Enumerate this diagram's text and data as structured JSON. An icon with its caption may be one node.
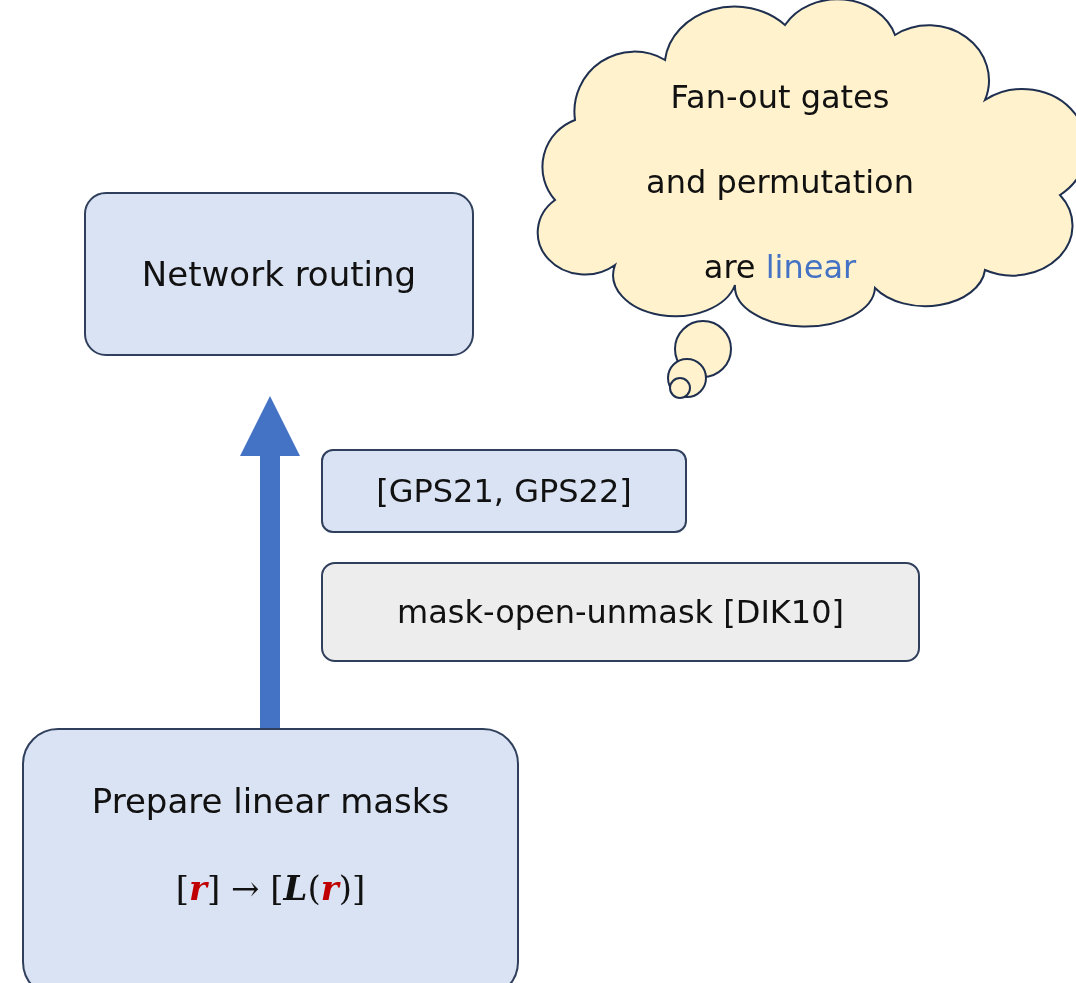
{
  "diagram": {
    "nodes": [
      {
        "text": [
          "Network routing"
        ]
      },
      {
        "text": [
          "Fan-out gates and permutation are *linear*"
        ]
      },
      {
        "text": [
          "[GPS21, GPS22]"
        ]
      },
      {
        "text": [
          "mask-open-unmask [DIK10]"
        ]
      },
      {
        "text": [
          "Prepare linear masks",
          "[*r*] → [**L**(*r*)]"
        ]
      }
    ],
    "edges": [
      {
        "from": 4,
        "to": 0,
        "arrow": "to",
        "color": "#4472c4"
      }
    ]
  }
}
